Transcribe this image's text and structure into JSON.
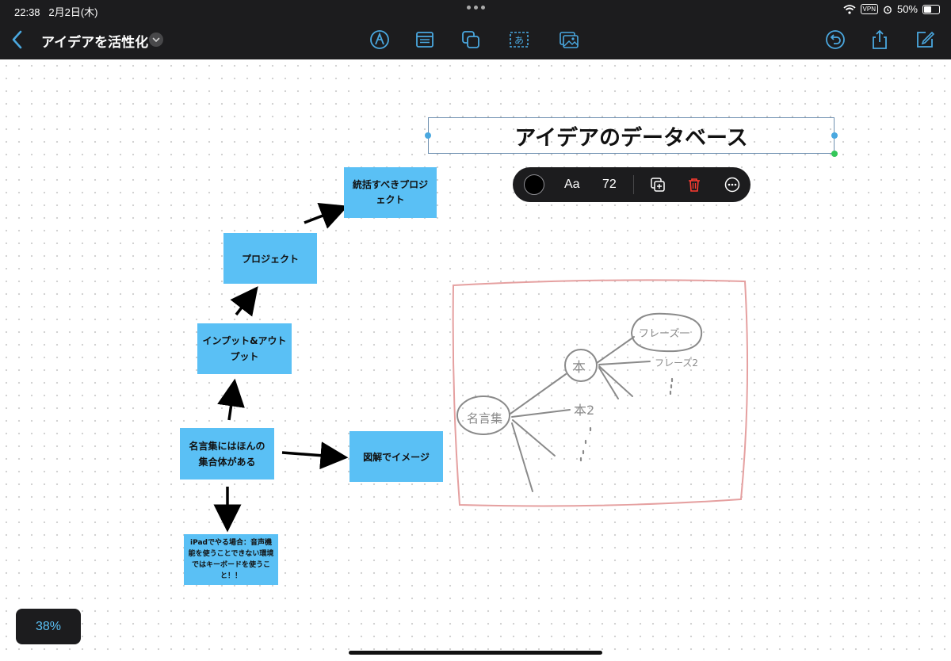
{
  "status": {
    "time": "22:38",
    "date": "2月2日(木)",
    "vpn": "VPN",
    "battery": "50%"
  },
  "header": {
    "title": "アイデアを活性化"
  },
  "toolbar_icons": [
    "pen-tool-icon",
    "sticky-note-icon",
    "shapes-icon",
    "text-box-icon",
    "media-icon"
  ],
  "right_icons": [
    "undo-icon",
    "share-icon",
    "compose-icon"
  ],
  "title_box": {
    "text": "アイデアのデータベース"
  },
  "format_bar": {
    "font_label": "Aa",
    "font_size": "72",
    "color": "#000000"
  },
  "nodes": {
    "n1": "統括すべきプロジェクト",
    "n2": "プロジェクト",
    "n3": "インプット&アウトプット",
    "n4": "名言集にはほんの集合体がある",
    "n5": "図解でイメージ",
    "n6": "iPadでやる場合：音声機能を使うことできない環境ではキーボードを使うこと！！"
  },
  "sketch": {
    "main": "名言集",
    "book1": "本",
    "book2": "本2",
    "phrase1": "フレーズ一",
    "phrase2": "フレーズ2"
  },
  "zoom": "38%",
  "colors": {
    "accent": "#5ac0f5",
    "bar": "#1c1c1e",
    "sketch_frame": "#e5a0a0",
    "delete": "#ff3b30"
  }
}
